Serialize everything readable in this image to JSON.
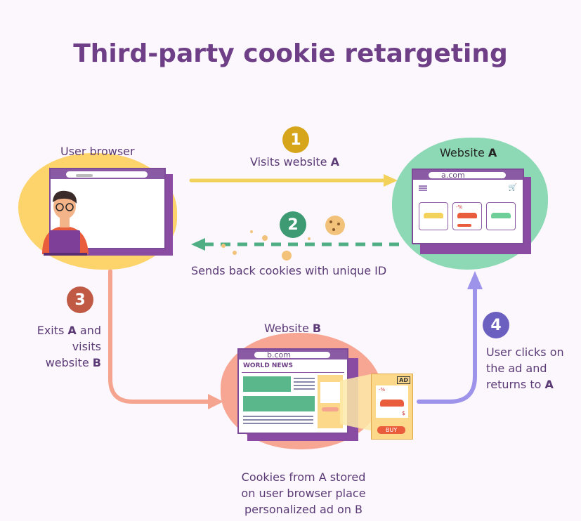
{
  "title": "Third-party cookie retargeting",
  "nodes": {
    "user_browser": {
      "label": "User browser"
    },
    "website_a": {
      "label_prefix": "Website ",
      "label_letter": "A",
      "url": "a.com"
    },
    "website_b": {
      "label_prefix": "Website ",
      "label_letter": "B",
      "url": "b.com",
      "headline": "WORLD NEWS"
    }
  },
  "steps": [
    {
      "number": "1",
      "parts": [
        "Visits website ",
        "A"
      ],
      "color": "#d7a51a"
    },
    {
      "number": "2",
      "parts": [
        "Sends back cookies with unique ID"
      ],
      "color": "#3e9a73"
    },
    {
      "number": "3",
      "lines": [
        [
          "Exits ",
          "A",
          " and"
        ],
        [
          "visits"
        ],
        [
          "website ",
          "B"
        ]
      ],
      "color": "#c05a45"
    },
    {
      "number": "4",
      "lines": [
        [
          "User clicks on"
        ],
        [
          "the ad and"
        ],
        [
          "returns to ",
          "A"
        ]
      ],
      "color": "#6b5fbf"
    }
  ],
  "caption": [
    "Cookies from A stored",
    "on user browser place",
    "personalized ad on B"
  ],
  "ad": {
    "badge": "AD",
    "discount": "-%",
    "price": "$",
    "button": "BUY"
  },
  "colors": {
    "title": "#6e3f86",
    "yellow_blob": "#fdd36b",
    "green_blob": "#8ed9b5",
    "pink_blob": "#f7a694",
    "arrow_1": "#f3d25b",
    "arrow_2": "#4fae84",
    "arrow_3": "#f5a58f",
    "arrow_4": "#9d93ea"
  }
}
